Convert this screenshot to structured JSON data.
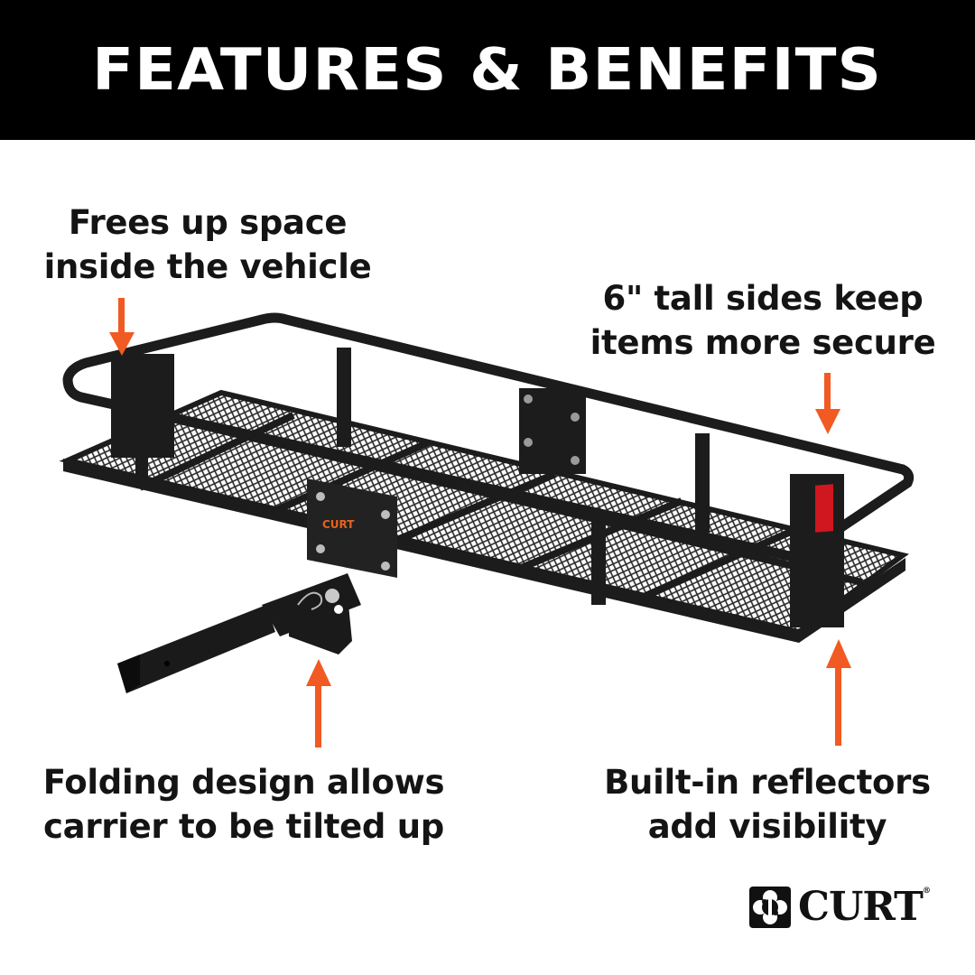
{
  "header": {
    "title": "FEATURES & BENEFITS"
  },
  "callouts": {
    "top_left": {
      "line1": "Frees up space",
      "line2": "inside the vehicle"
    },
    "top_right": {
      "line1": "6\" tall sides keep",
      "line2": "items more secure"
    },
    "bottom_left": {
      "line1": "Folding design allows",
      "line2": "carrier to be tilted up"
    },
    "bottom_right": {
      "line1": "Built-in reflectors",
      "line2": "add visibility"
    }
  },
  "product": {
    "name": "cargo-carrier",
    "label_brand": "CURT"
  },
  "brand": {
    "logo_text": "CURT",
    "registered": "®"
  },
  "colors": {
    "header_bg": "#000000",
    "header_text": "#ffffff",
    "arrow": "#f15a22",
    "reflector": "#d0161e",
    "steel": "#1c1c1c"
  }
}
